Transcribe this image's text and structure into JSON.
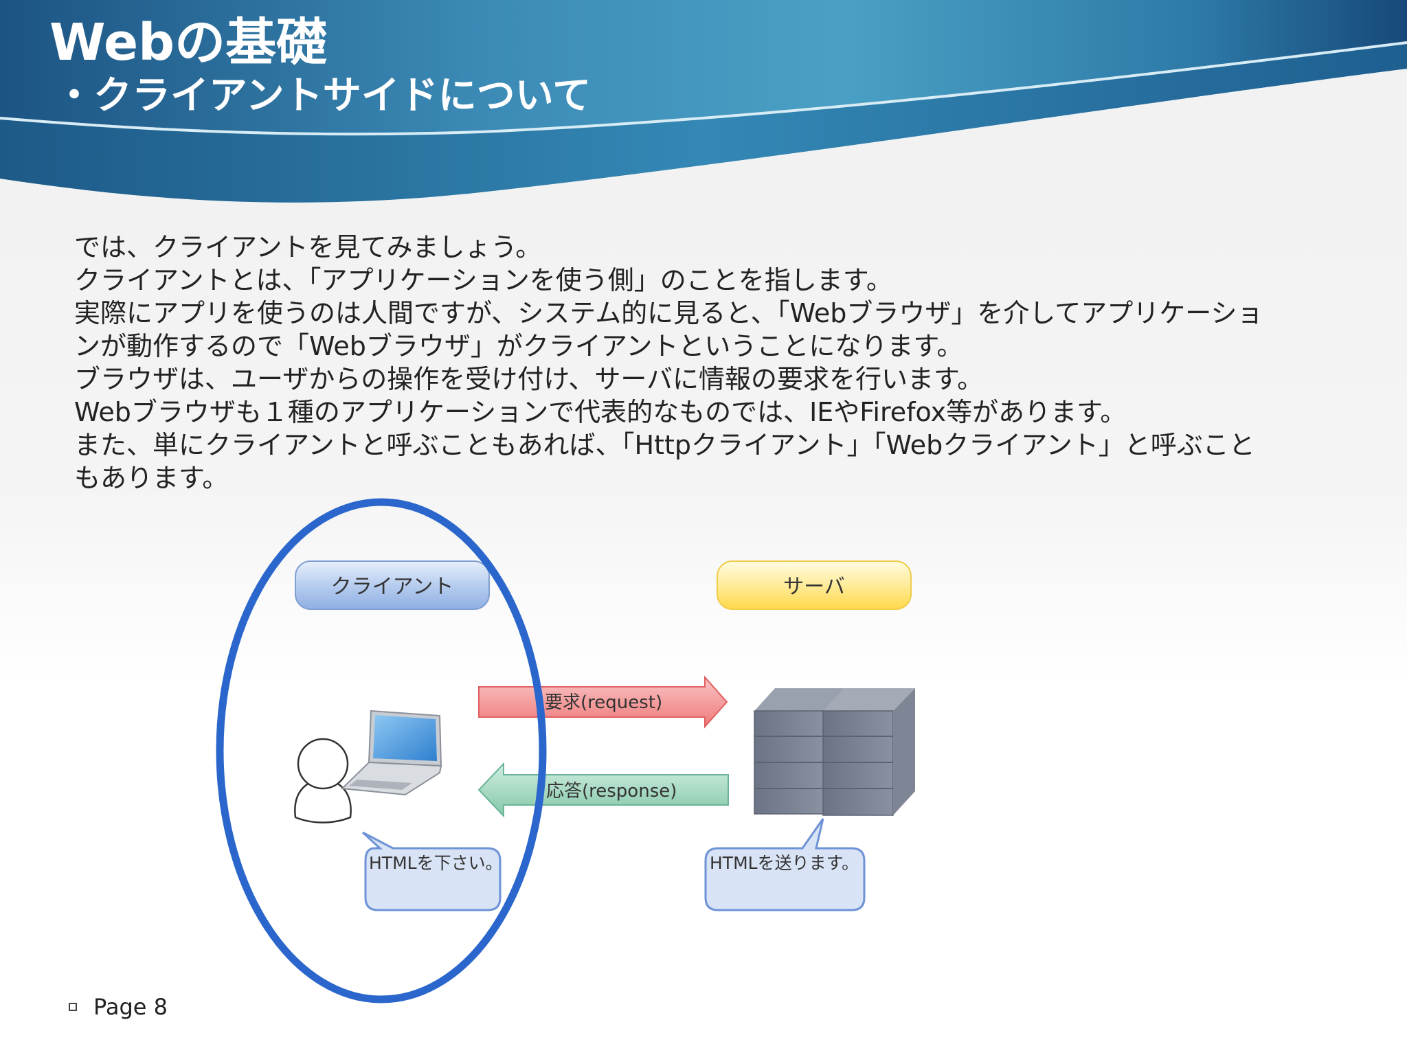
{
  "slide": {
    "title": "Webの基礎",
    "subtitle": "・クライアントサイドについて",
    "body_lines": [
      "では、クライアントを見てみましょう。",
      "クライアントとは、「アプリケーションを使う側」のことを指します。",
      "実際にアプリを使うのは人間ですが、システム的に見ると、「Webブラウザ」を介してアプリケーショ",
      "ンが動作するので「Webブラウザ」がクライアントということになります。",
      "ブラウザは、ユーザからの操作を受け付け、サーバに情報の要求を行います。",
      "Webブラウザも１種のアプリケーションで代表的なものでは、IEやFirefox等があります。",
      "また、単にクライアントと呼ぶこともあれば、「Httpクライアント」「Webクライアント」と呼ぶこと",
      "もあります。"
    ],
    "page_label": "Page 8"
  },
  "diagram": {
    "client_label": "クライアント",
    "server_label": "サーバ",
    "request_label": "要求(request)",
    "response_label": "応答(response)",
    "client_bubble": "HTMLを下さい。",
    "server_bubble": "HTMLを送ります。"
  },
  "colors": {
    "banner_dark": "#1e5d8c",
    "banner_light": "#4aa0c4",
    "ellipse": "#2a66cc",
    "request_arrow": "#f07f7f",
    "response_arrow": "#8fcfb4",
    "client_box": "#a9c4ec",
    "server_box": "#ffe888",
    "bubble_fill": "#d8e3f5",
    "bubble_stroke": "#6e93d6"
  }
}
